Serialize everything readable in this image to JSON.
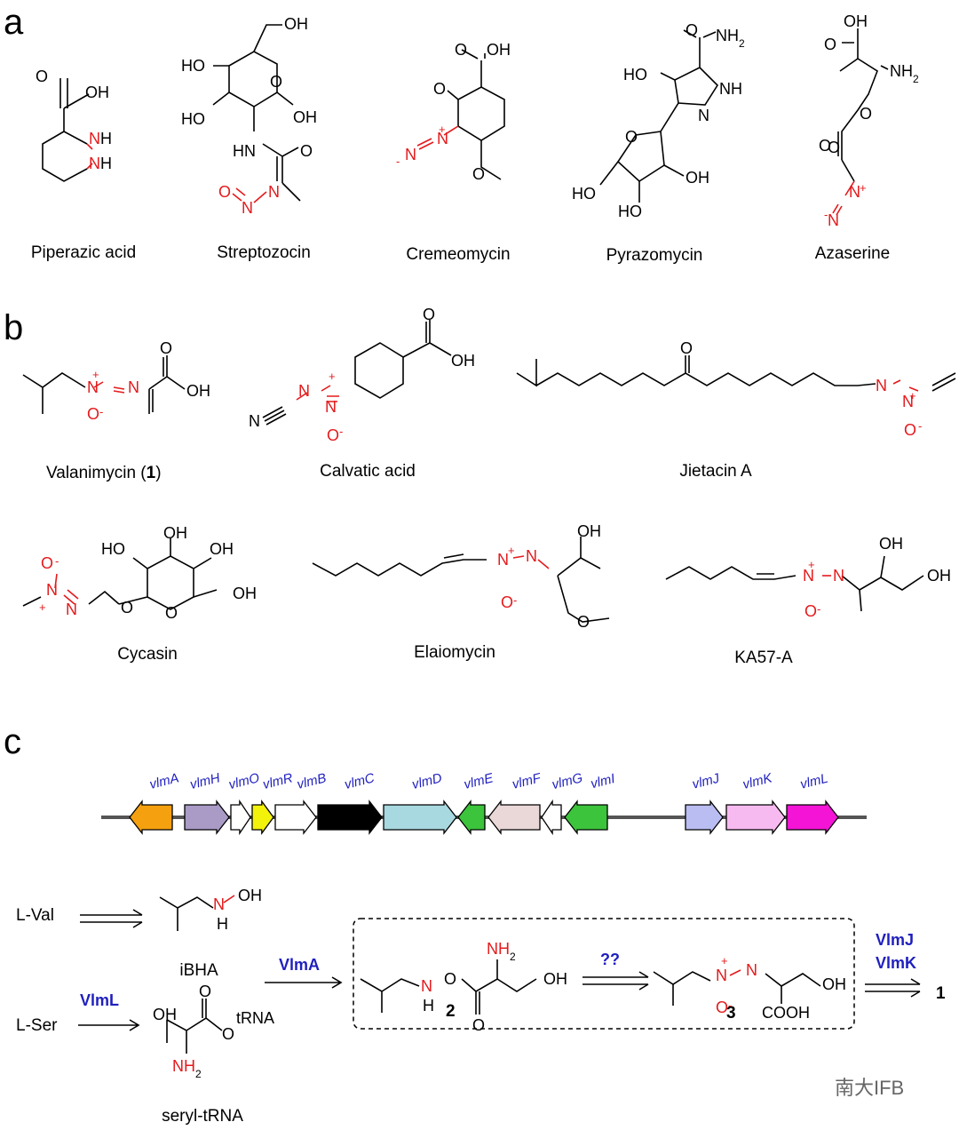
{
  "panels": {
    "a": "a",
    "b": "b",
    "c": "c"
  },
  "compounds_a": [
    "Piperazic acid",
    "Streptozocin",
    "Cremeomycin",
    "Pyrazomycin",
    "Azaserine"
  ],
  "compounds_b_row1": [
    "Valanimycin (",
    "1",
    ")",
    "Calvatic acid",
    "Jietacin A"
  ],
  "compounds_b_row2": [
    "Cycasin",
    "Elaiomycin",
    "KA57-A"
  ],
  "atoms": {
    "oh": "OH",
    "ho": "HO",
    "o": "O",
    "n": "N",
    "nh": "NH",
    "h": "H",
    "hn": "HN",
    "nh2": "NH",
    "sub2": "2",
    "plus": "+",
    "minus": "-",
    "cooh": "COOH",
    "trna": "tRNA"
  },
  "genes": [
    {
      "name": "vlmA",
      "color": "#f5a00f",
      "dir": "left"
    },
    {
      "name": "vlmH",
      "color": "#a99bc6",
      "dir": "right"
    },
    {
      "name": "vlmO",
      "color": "#ffffff",
      "dir": "right"
    },
    {
      "name": "vlmR",
      "color": "#f3f20a",
      "dir": "right"
    },
    {
      "name": "vlmB",
      "color": "#ffffff",
      "dir": "right"
    },
    {
      "name": "vlmC",
      "color": "#000000",
      "dir": "right"
    },
    {
      "name": "vlmD",
      "color": "#a8d8e0",
      "dir": "right"
    },
    {
      "name": "vlmE",
      "color": "#3cc43c",
      "dir": "left"
    },
    {
      "name": "vlmF",
      "color": "#ead8d8",
      "dir": "left"
    },
    {
      "name": "vlmG",
      "color": "#ffffff",
      "dir": "left"
    },
    {
      "name": "vlmI",
      "color": "#3cc43c",
      "dir": "left"
    },
    {
      "name": "vlmJ",
      "color": "#b9bdf2",
      "dir": "right"
    },
    {
      "name": "vlmK",
      "color": "#f7baf0",
      "dir": "right"
    },
    {
      "name": "vlmL",
      "color": "#f314d6",
      "dir": "right"
    }
  ],
  "pathway": {
    "lval": "L-Val",
    "lser": "L-Ser",
    "ibha": "iBHA",
    "seryl": "seryl-tRNA",
    "vlmA": "VlmA",
    "vlmL": "VlmL",
    "unknown": "??",
    "vlmJ": "VlmJ",
    "vlmK": "VlmK",
    "cmpd2": "2",
    "cmpd3": "3",
    "product": "1"
  },
  "watermark": "南大IFB"
}
